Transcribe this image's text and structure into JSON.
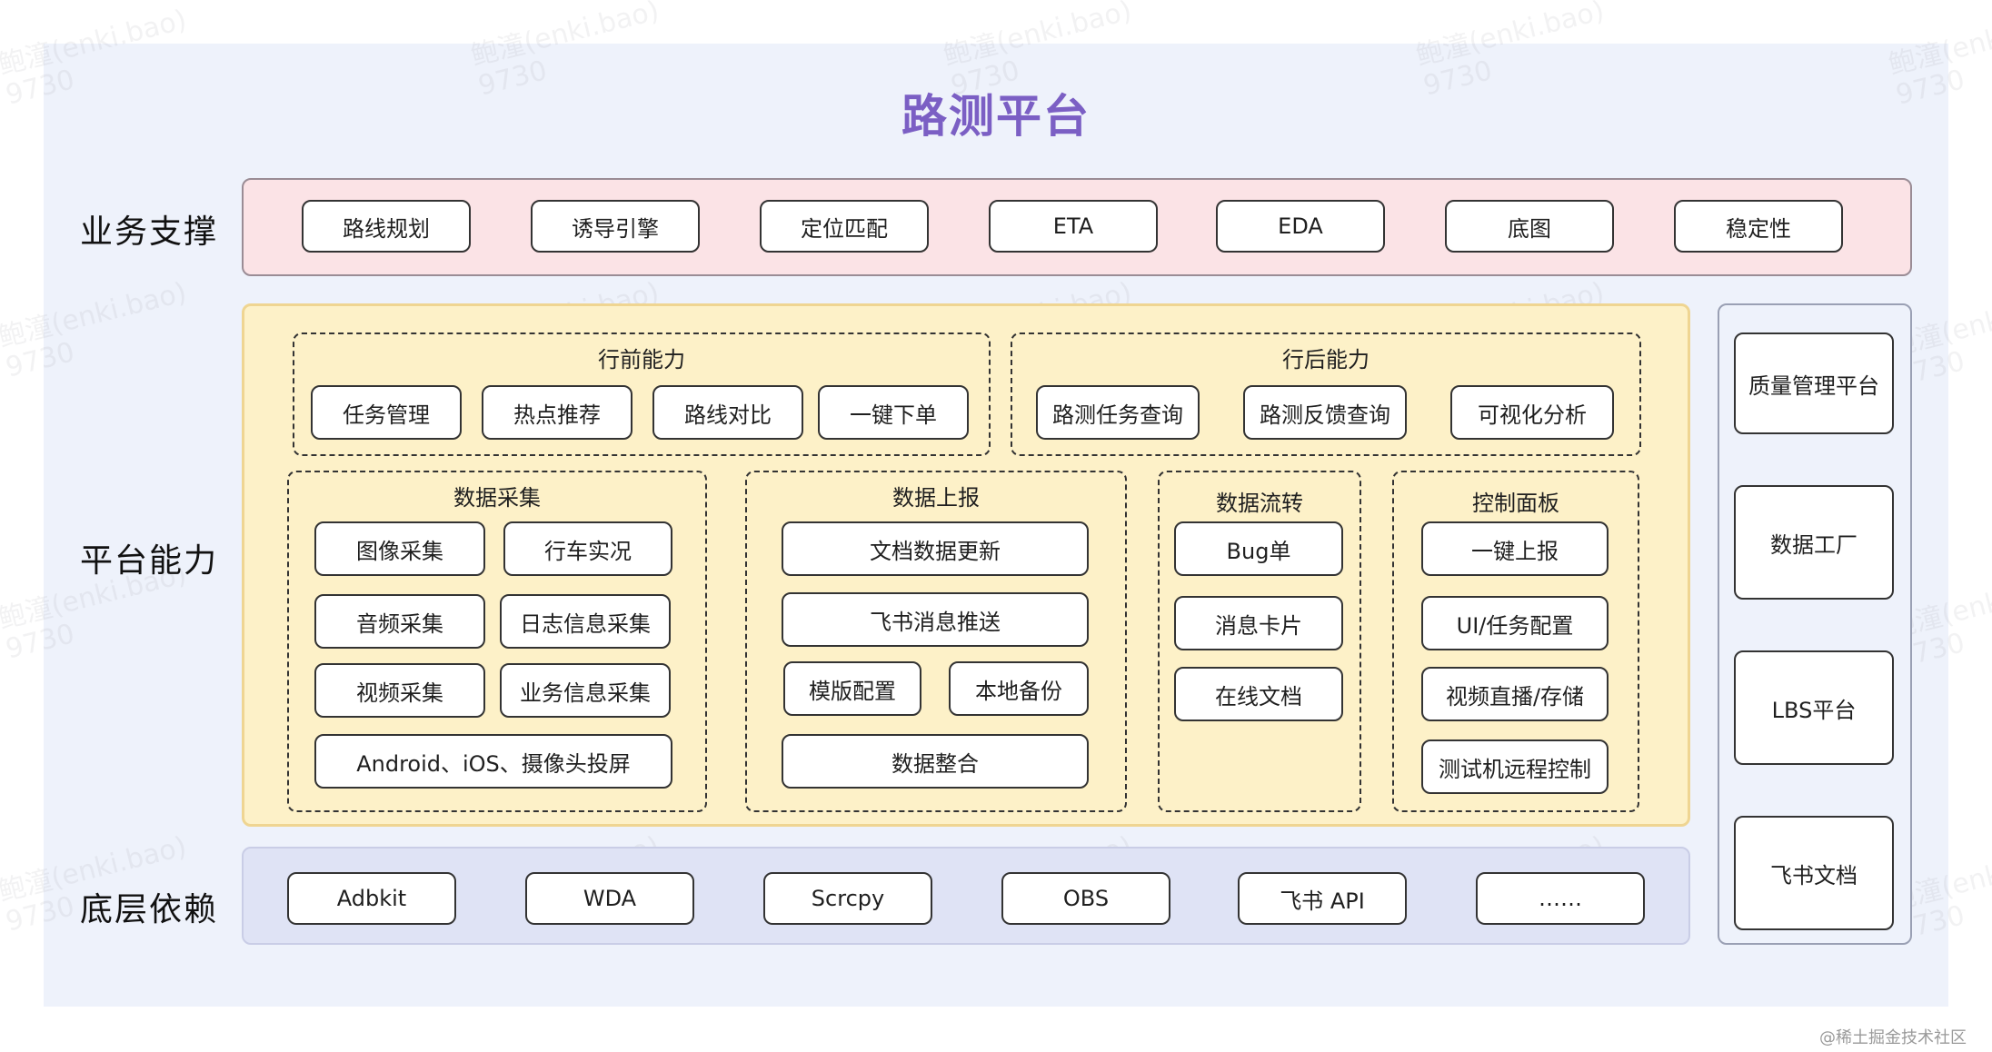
{
  "title": "路测平台",
  "rows": {
    "business": "业务支撑",
    "platform": "平台能力",
    "base": "底层依赖"
  },
  "business_items": [
    "路线规划",
    "诱导引擎",
    "定位匹配",
    "ETA",
    "EDA",
    "底图",
    "稳定性"
  ],
  "groups": {
    "pre": {
      "title": "行前能力",
      "items": [
        "任务管理",
        "热点推荐",
        "路线对比",
        "一键下单"
      ]
    },
    "post": {
      "title": "行后能力",
      "items": [
        "路测任务查询",
        "路测反馈查询",
        "可视化分析"
      ]
    },
    "collect": {
      "title": "数据采集",
      "items": [
        "图像采集",
        "行车实况",
        "音频采集",
        "日志信息采集",
        "视频采集",
        "业务信息采集",
        "Android、iOS、摄像头投屏"
      ]
    },
    "report": {
      "title": "数据上报",
      "items": [
        "文档数据更新",
        "飞书消息推送",
        "模版配置",
        "本地备份",
        "数据整合"
      ]
    },
    "flow": {
      "title": "数据流转",
      "items": [
        "Bug单",
        "消息卡片",
        "在线文档"
      ]
    },
    "panel": {
      "title": "控制面板",
      "items": [
        "一键上报",
        "UI/任务配置",
        "视频直播/存储",
        "测试机远程控制"
      ]
    }
  },
  "base_items": [
    "Adbkit",
    "WDA",
    "Scrcpy",
    "OBS",
    "飞书 API",
    "……"
  ],
  "side_items": [
    "质量管理平台",
    "数据工厂",
    "LBS平台",
    "飞书文档"
  ],
  "watermark": "鲍潼(enki.bao)\n9730",
  "credit": "@稀土掘金技术社区",
  "colors": {
    "title": "#7b5fc4",
    "business_band": "#fbe3e6",
    "platform_band": "#fdf1c8",
    "base_band": "#dfe3f5",
    "canvas": "#eef2fb"
  }
}
